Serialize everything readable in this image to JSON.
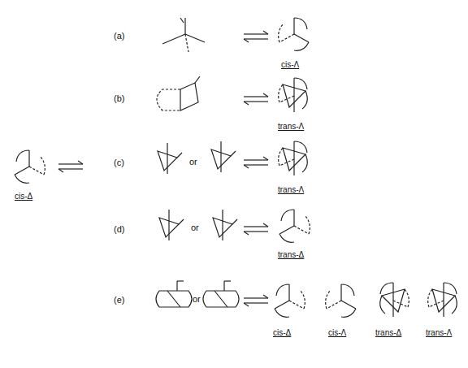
{
  "diagram": {
    "labels": [
      "(a)",
      "cis-Λ",
      "(b)",
      "trans-Λ",
      "cis-Δ",
      "(c)",
      "or",
      "trans-Λ",
      "(d)",
      "or",
      "trans-Δ",
      "(e)",
      "or",
      "cis-Δ",
      "cis-Λ",
      "trans-Δ",
      "trans-Λ"
    ]
  }
}
